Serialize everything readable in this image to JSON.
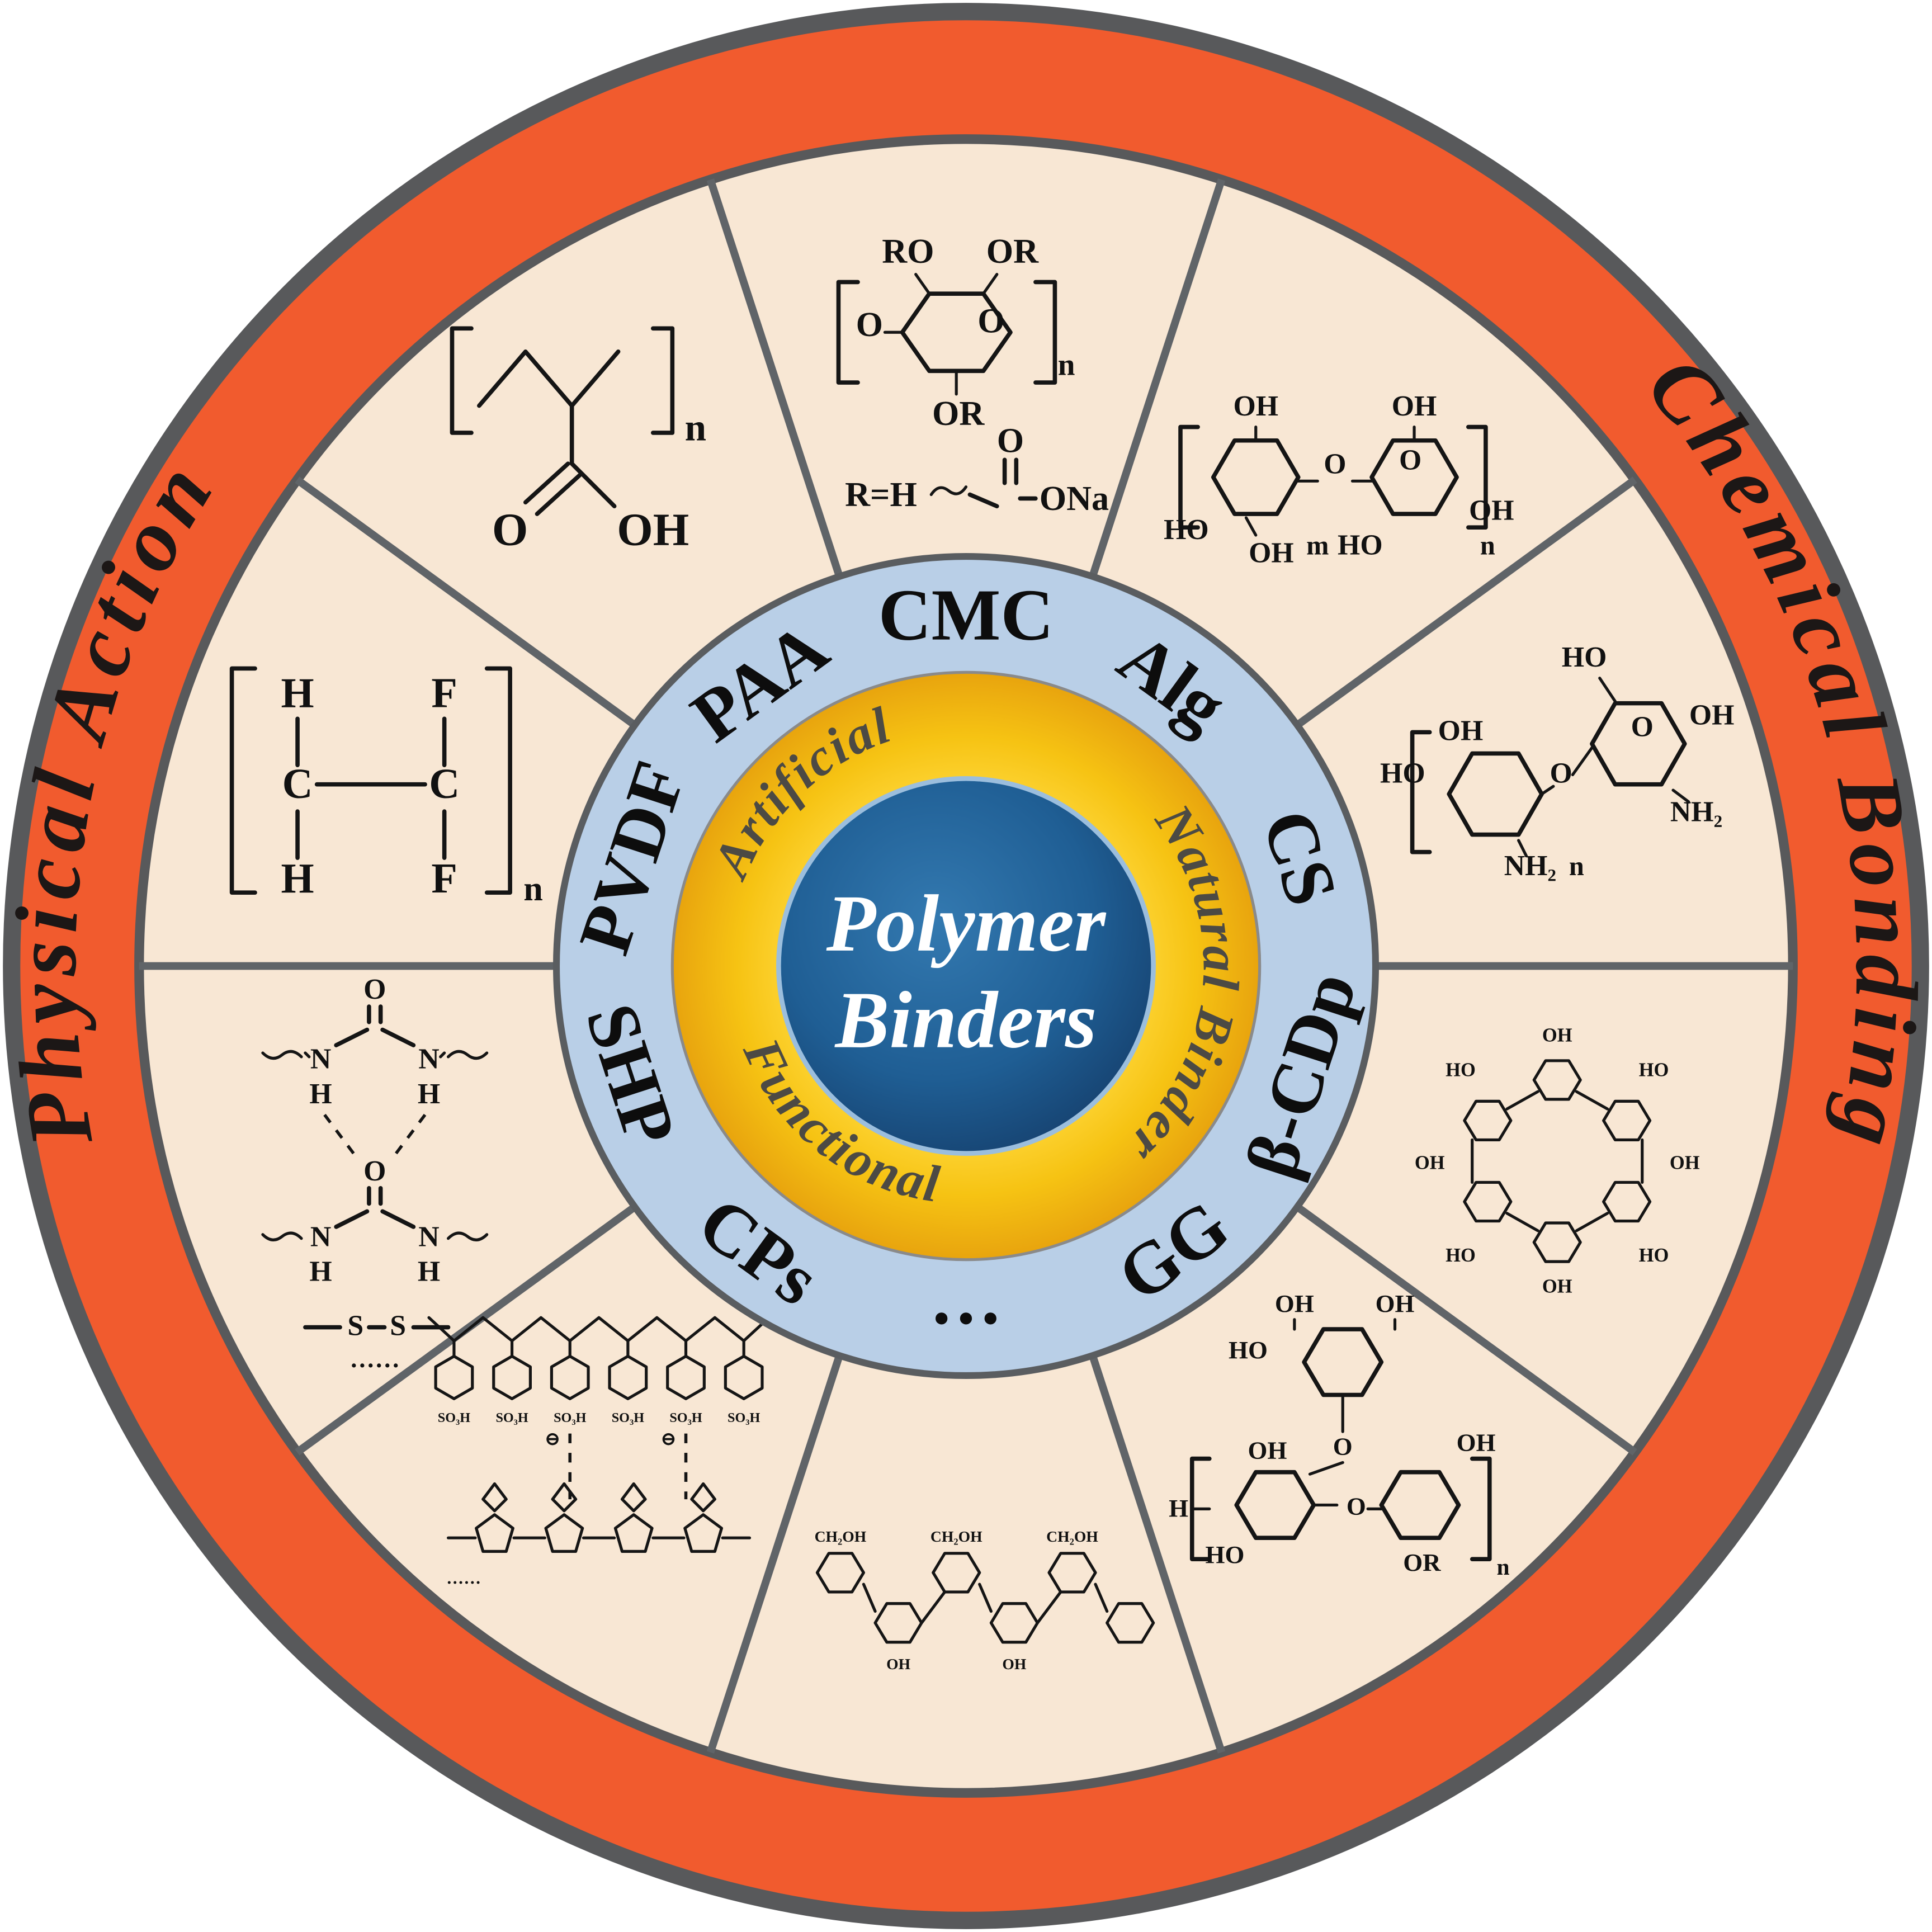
{
  "center": {
    "line1": "Polymer",
    "line2": "Binders"
  },
  "category_ring": {
    "artificial": "Artificial",
    "natural": "Natural Binder",
    "functional": "Functional"
  },
  "outer_ring": {
    "left": "Physical Action",
    "right": "Chemical Bonding"
  },
  "binder_ring": [
    "CMC",
    "Alg",
    "CS",
    "β-CDp",
    "GG",
    "···",
    "CPs",
    "SHP",
    "PVDF",
    "PAA"
  ],
  "colors": {
    "outer_ring": "#f15b2e",
    "segment_fill": "#f8e7d4",
    "binder_ring_fill": "#b9cfe7",
    "category_ring_fill": "#f6c31a",
    "center_fill": "#1d5a8f",
    "ring_stroke": "#58595b",
    "text": "#111111"
  },
  "structures": {
    "paa": [
      "n",
      "O",
      "OH"
    ],
    "cmc": [
      "RO",
      "OR",
      "O",
      "O",
      "OR",
      "n",
      "R=H",
      "O",
      "ONa"
    ],
    "alg": [
      "OH",
      "O",
      "HO",
      "OH",
      "m",
      "O",
      "OH",
      "HO",
      "OH",
      "n"
    ],
    "cs": [
      "HO",
      "OH",
      "O",
      "HO",
      "OH",
      "O",
      "NH₂",
      "NH₂",
      "n"
    ],
    "bcdp": [
      "OH",
      "HO",
      "OH",
      "HO",
      "OH",
      "HO",
      "OH",
      "HO"
    ],
    "gg": [
      "OH",
      "OH",
      "HO",
      "O",
      "H",
      "HO",
      "OH",
      "OH",
      "O",
      "OR",
      "n"
    ],
    "dots_poly": [
      "CH₂OH",
      "CH₂OH",
      "CH₂OH",
      "OH",
      "OH"
    ],
    "cps": [
      "SO₃H",
      "SO₃H",
      "SO₃H",
      "SO₃H",
      "SO₃H",
      "SO₃H",
      "⊖",
      "⊖",
      "······"
    ],
    "shp": [
      "O",
      "N",
      "H",
      "N",
      "H",
      "O",
      "N",
      "H",
      "N",
      "H",
      "S",
      "S",
      "······"
    ],
    "pvdf": [
      "H",
      "F",
      "C",
      "C",
      "H",
      "F",
      "n"
    ]
  }
}
